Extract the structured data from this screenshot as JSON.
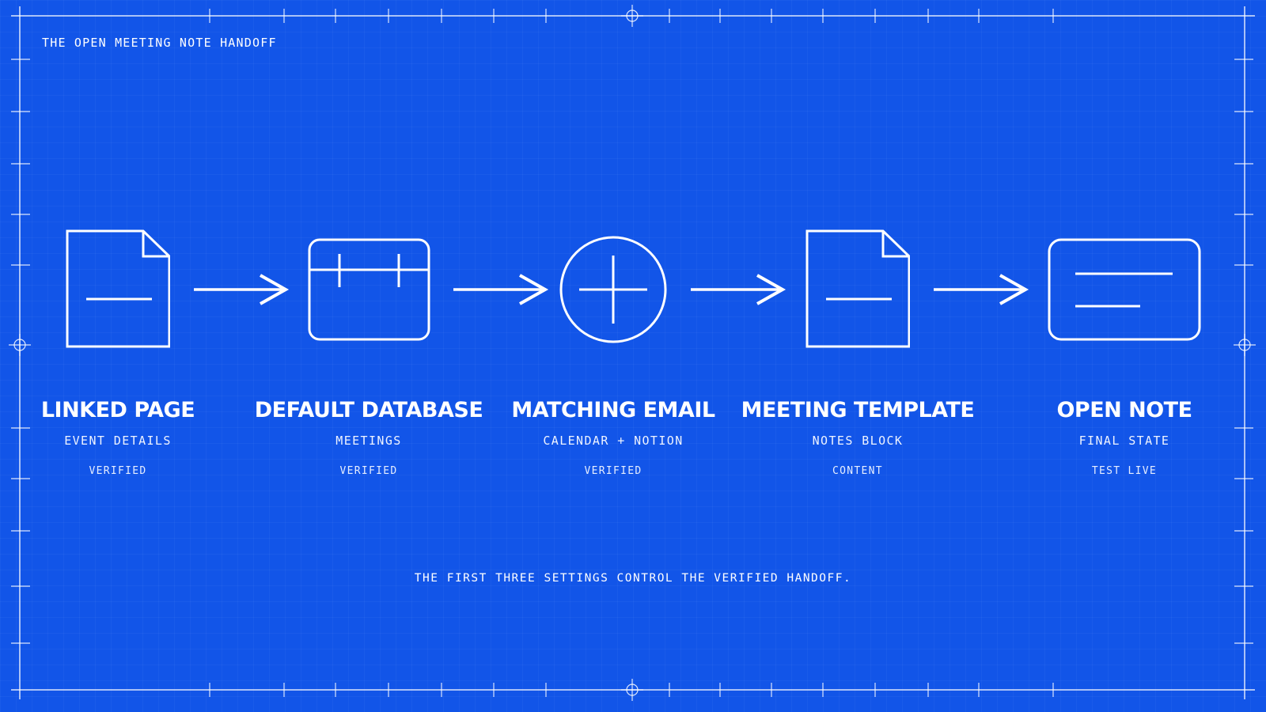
{
  "page_title": "THE OPEN MEETING NOTE HANDOFF",
  "colors": {
    "background": "#1255E8",
    "foreground": "#FFFFFF"
  },
  "steps": [
    {
      "icon": "document-icon",
      "title": "LINKED PAGE",
      "subtitle": "EVENT DETAILS",
      "status": "VERIFIED"
    },
    {
      "icon": "database-table-icon",
      "title": "DEFAULT DATABASE",
      "subtitle": "MEETINGS",
      "status": "VERIFIED"
    },
    {
      "icon": "add-circle-icon",
      "title": "MATCHING EMAIL",
      "subtitle": "CALENDAR + NOTION",
      "status": "VERIFIED"
    },
    {
      "icon": "document-icon",
      "title": "MEETING TEMPLATE",
      "subtitle": "NOTES BLOCK",
      "status": "CONTENT"
    },
    {
      "icon": "note-card-icon",
      "title": "OPEN NOTE",
      "subtitle": "FINAL STATE",
      "status": "TEST LIVE"
    }
  ],
  "connectors": [
    "arrow-right-icon",
    "arrow-right-icon",
    "arrow-right-icon",
    "arrow-right-icon"
  ],
  "footer_note": "THE FIRST THREE SETTINGS CONTROL THE VERIFIED HANDOFF."
}
